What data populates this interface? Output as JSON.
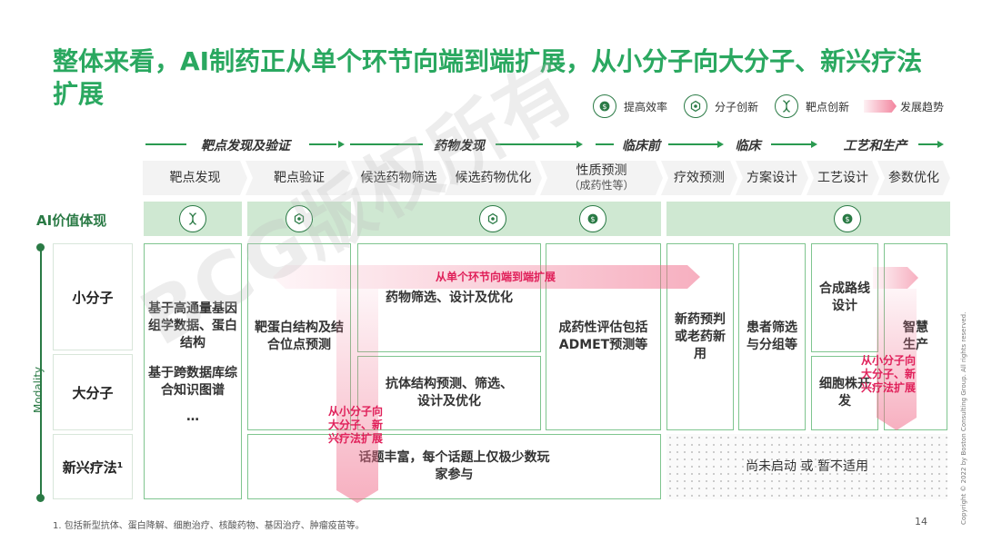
{
  "title": "整体来看，AI制药正从单个环节向端到端扩展，从小分子向大分子、新兴疗法扩展",
  "legend": [
    {
      "label": "提高效率",
      "icon": "efficiency-icon"
    },
    {
      "label": "分子创新",
      "icon": "molecule-icon"
    },
    {
      "label": "靶点创新",
      "icon": "dna-target-icon"
    },
    {
      "label": "发展趋势",
      "icon": "trend-arrow"
    }
  ],
  "phases": [
    "靶点发现及验证",
    "药物发现",
    "临床前",
    "临床",
    "工艺和生产"
  ],
  "steps": [
    "靶点发现",
    "靶点验证",
    "候选药物筛选",
    "候选药物优化",
    "性质预测",
    "（成药性等）",
    "疗效预测",
    "方案设计",
    "工艺设计",
    "参数优化"
  ],
  "ai_label": "AI价值体现",
  "modality_label": "Modality",
  "rows": [
    "小分子",
    "大分子",
    "新兴疗法¹"
  ],
  "cells": {
    "target_discovery_small": "基于高通量基因组学数据、蛋白结构",
    "target_discovery_large": "基于跨数据库综合知识图谱",
    "target_discovery_more": "…",
    "target_validation": "靶蛋白结构及结合位点预测",
    "drug_small": "药物筛选、设计及优化",
    "drug_large": "抗体结构预测、筛选、设计及优化",
    "property": "成药性评估包括ADMET预测等",
    "efficacy": "新药预判或老药新用",
    "trial": "患者筛选与分组等",
    "process_small": "合成路线设计",
    "process_large": "细胞株开发",
    "param": "智慧生产",
    "emerging": "话题丰富，每个话题上仅极少数玩家参与",
    "emerging_na": "尚未启动 或 暂不适用"
  },
  "trend_texts": {
    "horizontal": "从单个环节向端到端扩展",
    "vertical_left": "从小分子向大分子、新兴疗法扩展",
    "vertical_right": "从小分子向大分子、新兴疗法扩展"
  },
  "watermark": "BCG版权所有",
  "footnote": "1. 包括新型抗体、蛋白降解、细胞治疗、核酸药物、基因治疗、肿瘤疫苗等。",
  "page_number": "14",
  "copyright": "Copyright © 2022 by Boston Consulting Group. All rights reserved.",
  "colors": {
    "accent_green": "#2aa860",
    "dark_green": "#2a7a45",
    "band_green": "#cfe8d2",
    "trend_pink": "#e0205a"
  }
}
